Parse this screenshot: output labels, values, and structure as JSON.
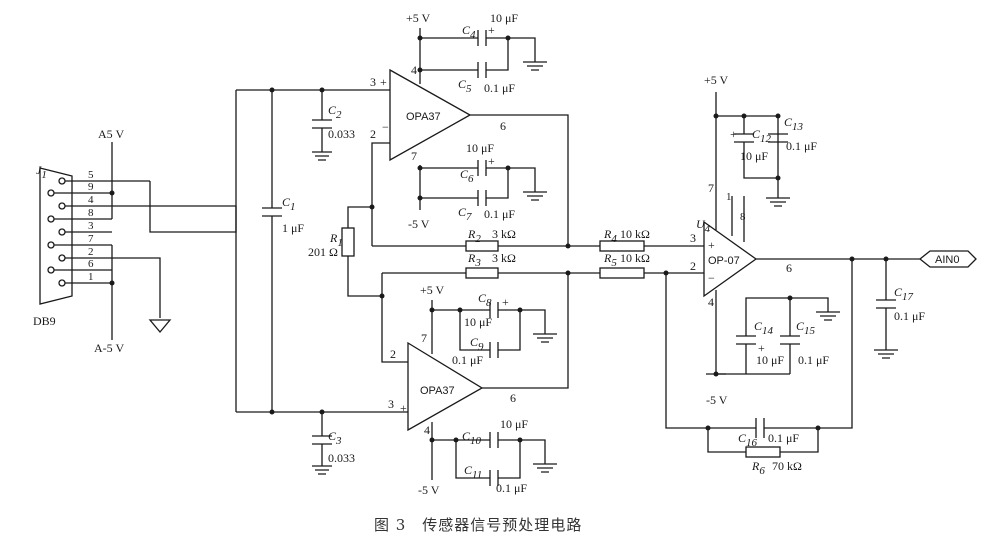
{
  "caption": "图 3　传感器信号预处理电路",
  "connector": {
    "ref": "J",
    "sub": "1",
    "type": "DB9",
    "pins": [
      "5",
      "9",
      "4",
      "8",
      "3",
      "7",
      "2",
      "6",
      "1"
    ]
  },
  "power": {
    "a5v": "A5 V",
    "am5v": "A-5 V",
    "p5v_u1": "+5 V",
    "m5v_u1": "-5 V",
    "p5v_u2": "+5 V",
    "m5v_u2": "-5 V",
    "p5v_u4": "+5 V",
    "m5v_u4": "-5 V"
  },
  "opamps": {
    "u1": {
      "name": "OPA37",
      "pin3": "3",
      "plus": "+",
      "pin2": "2",
      "minus": "−",
      "pin6": "6",
      "pin4": "4",
      "pin7": "7"
    },
    "u2": {
      "name": "OPA37",
      "pin2": "2",
      "minus": "−",
      "pin3": "3",
      "plus": "+",
      "pin6": "6",
      "pin7": "7",
      "pin4": "4"
    },
    "u4": {
      "ref": "U",
      "sub": "4",
      "name": "OP-07",
      "pin3": "3",
      "plus": "+",
      "pin2": "2",
      "minus": "−",
      "pin6": "6",
      "pin7": "7",
      "pin4": "4",
      "pin8": "8",
      "pin1": "1"
    }
  },
  "components": {
    "C1": {
      "ref": "C",
      "sub": "1",
      "value": "1 μF"
    },
    "C2": {
      "ref": "C",
      "sub": "2",
      "value": "0.033"
    },
    "C3": {
      "ref": "C",
      "sub": "3",
      "value": "0.033"
    },
    "C4": {
      "ref": "C",
      "sub": "4",
      "value": "10 μF",
      "polarity": "+"
    },
    "C5": {
      "ref": "C",
      "sub": "5",
      "value": "0.1 μF"
    },
    "C6": {
      "ref": "C",
      "sub": "6",
      "value": "10 μF",
      "polarity": "+"
    },
    "C7": {
      "ref": "C",
      "sub": "7",
      "value": "0.1 μF"
    },
    "C8": {
      "ref": "C",
      "sub": "8",
      "value": "10 μF",
      "polarity": "+"
    },
    "C9": {
      "ref": "C",
      "sub": "9",
      "value": "0.1 μF"
    },
    "C10": {
      "ref": "C",
      "sub": "10",
      "value": "10 μF"
    },
    "C11": {
      "ref": "C",
      "sub": "11",
      "value": "0.1 μF"
    },
    "C12": {
      "ref": "C",
      "sub": "12",
      "value": "10 μF",
      "polarity": "+"
    },
    "C13": {
      "ref": "C",
      "sub": "13",
      "value": "0.1 μF"
    },
    "C14": {
      "ref": "C",
      "sub": "14",
      "value": "10 μF",
      "polarity": "+"
    },
    "C15": {
      "ref": "C",
      "sub": "15",
      "value": "0.1 μF"
    },
    "C16": {
      "ref": "C",
      "sub": "16",
      "value": "0.1 μF"
    },
    "C17": {
      "ref": "C",
      "sub": "17",
      "value": "0.1 μF"
    },
    "R1": {
      "ref": "R",
      "sub": "1",
      "value": "201 Ω"
    },
    "R2": {
      "ref": "R",
      "sub": "2",
      "value": "3 kΩ"
    },
    "R3": {
      "ref": "R",
      "sub": "3",
      "value": "3 kΩ"
    },
    "R4": {
      "ref": "R",
      "sub": "4",
      "value": "10 kΩ"
    },
    "R5": {
      "ref": "R",
      "sub": "5",
      "value": "10 kΩ"
    },
    "R6": {
      "ref": "R",
      "sub": "6",
      "value": "70 kΩ"
    }
  },
  "output": {
    "net": "AIN0"
  }
}
